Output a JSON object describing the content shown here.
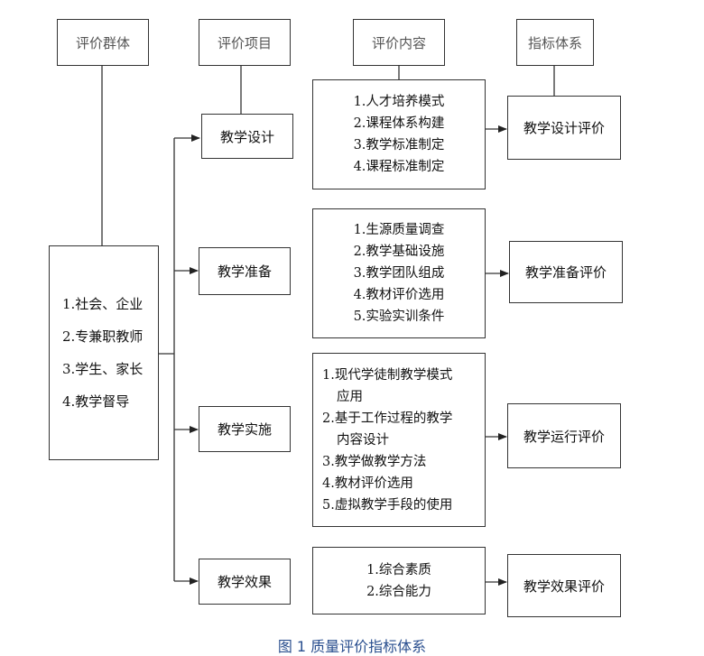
{
  "headers": {
    "group": "评价群体",
    "item": "评价项目",
    "content": "评价内容",
    "system": "指标体系"
  },
  "group_items": [
    "1.社会、企业",
    "2.专兼职教师",
    "3.学生、家长",
    "4.教学督导"
  ],
  "items": [
    "教学设计",
    "教学准备",
    "教学实施",
    "教学效果"
  ],
  "contents": [
    {
      "lines": [
        "1.人才培养模式",
        "2.课程体系构建",
        "3.教学标准制定",
        "4.课程标准制定"
      ]
    },
    {
      "lines": [
        "1.生源质量调查",
        "2.教学基础设施",
        "3.教学团队组成",
        "4.教材评价选用",
        "5.实验实训条件"
      ]
    },
    {
      "lines": [
        "1.现代学徒制教学模式",
        "应用",
        "2.基于工作过程的教学",
        "内容设计",
        "3.教学做教学方法",
        "4.教材评价选用",
        "5.虚拟教学手段的使用"
      ]
    },
    {
      "lines": [
        "1.综合素质",
        "2.综合能力"
      ]
    }
  ],
  "indicators": [
    "教学设计评价",
    "教学准备评价",
    "教学运行评价",
    "教学效果评价"
  ],
  "caption": "图 1 质量评价指标体系"
}
